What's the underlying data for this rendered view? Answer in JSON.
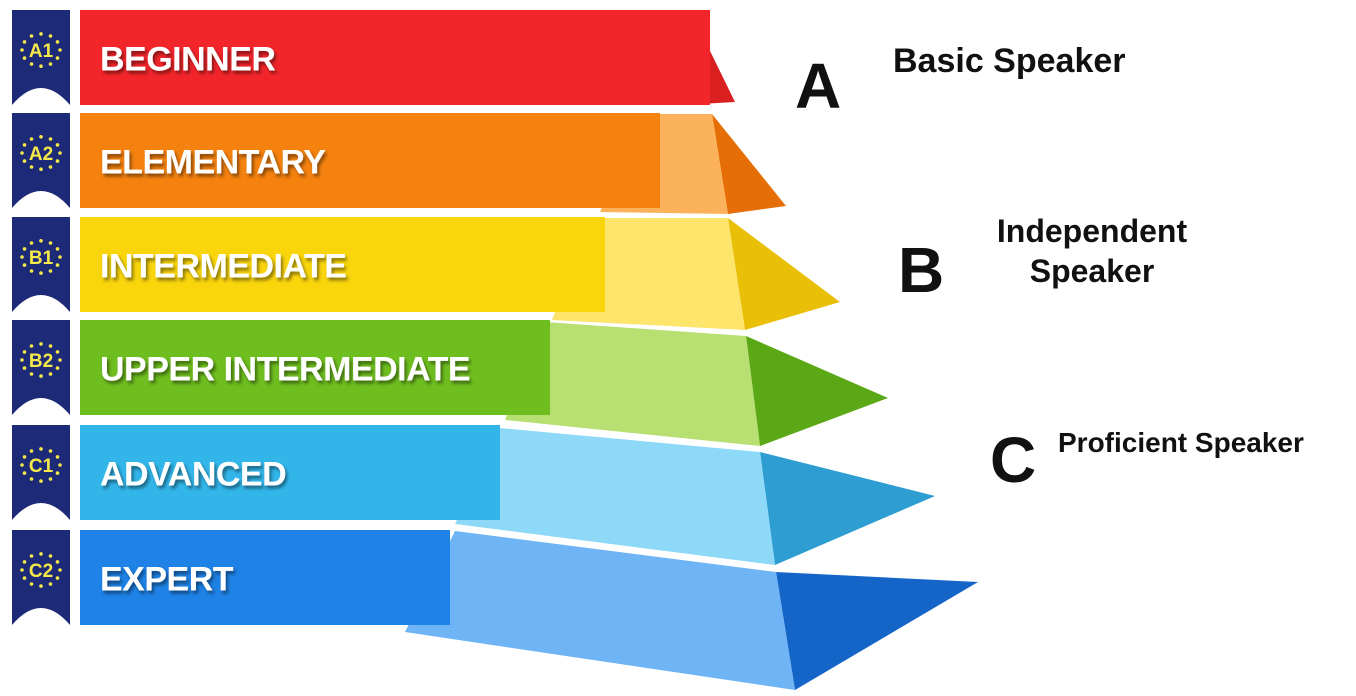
{
  "levels": [
    {
      "code": "A1",
      "label": "BEGINNER",
      "colors": {
        "bar": "#f2252a",
        "front": "#ff8a86",
        "side": "#d91f20"
      }
    },
    {
      "code": "A2",
      "label": "ELEMENTARY",
      "colors": {
        "bar": "#f5820f",
        "front": "#fbb25a",
        "side": "#e56f06"
      }
    },
    {
      "code": "B1",
      "label": "INTERMEDIATE",
      "colors": {
        "bar": "#f9d50c",
        "front": "#fde46a",
        "side": "#e9bf08"
      }
    },
    {
      "code": "B2",
      "label": "UPPER INTERMEDIATE",
      "colors": {
        "bar": "#6fbe1f",
        "front": "#b7df72",
        "side": "#5aa815"
      }
    },
    {
      "code": "C1",
      "label": "ADVANCED",
      "colors": {
        "bar": "#32b6ea",
        "front": "#8fd9f8",
        "side": "#2d9dd2"
      }
    },
    {
      "code": "C2",
      "label": "EXPERT",
      "colors": {
        "bar": "#1e82e6",
        "front": "#6fb4f5",
        "side": "#1565c9"
      }
    }
  ],
  "groups": [
    {
      "letter": "A",
      "desc_lines": [
        "Basic Speaker"
      ]
    },
    {
      "letter": "B",
      "desc_lines": [
        "Independent",
        "Speaker"
      ]
    },
    {
      "letter": "C",
      "desc_lines": [
        "Proficient Speaker"
      ]
    }
  ],
  "badge": {
    "color": "#1d2a78",
    "star_color": "#f5e94a",
    "code_color": "#f5e94a"
  }
}
